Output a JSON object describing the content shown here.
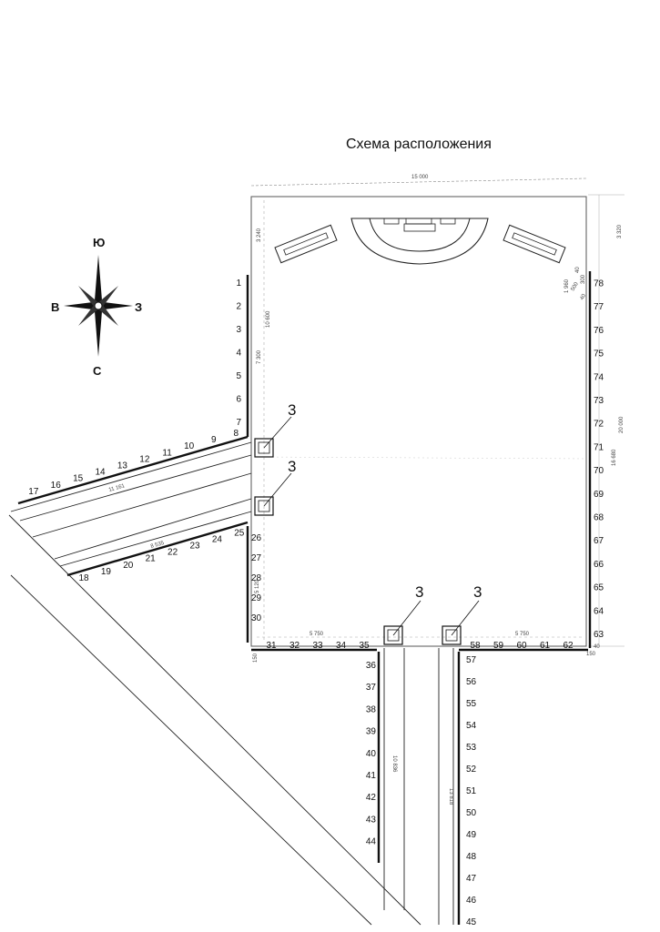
{
  "title": "Схема расположения",
  "compass": {
    "north": "Ю",
    "west": "В",
    "east": "З",
    "south": "С"
  },
  "dimensions": {
    "top_width": "15 000",
    "left_top": "3 240",
    "left_mid": "10 600",
    "left_lower": "7 300",
    "right_top": "3 320",
    "right_total": "20 000",
    "right_mid": "16 680",
    "small_a": "1 960",
    "small_b": "500",
    "small_c": "40",
    "small_d": "300",
    "small_e": "40",
    "road_upper": "11 161",
    "road_lower": "8 535",
    "side_small": "5 120",
    "bottom_left": "5 750",
    "bottom_right": "5 750",
    "corner_left": "150",
    "corner_right": "150",
    "edge_right": "40",
    "exit_left": "10 836",
    "exit_right": "13 818"
  },
  "markers": [
    "3",
    "3",
    "3",
    "3"
  ],
  "segments_left": [
    "1",
    "2",
    "3",
    "4",
    "5",
    "6",
    "7"
  ],
  "segments_road_top": [
    "8",
    "9",
    "10",
    "11",
    "12",
    "13",
    "14",
    "15",
    "16",
    "17"
  ],
  "segments_road_bottom": [
    "18",
    "19",
    "20",
    "21",
    "22",
    "23",
    "24",
    "25"
  ],
  "segments_left_lower": [
    "26",
    "27",
    "28",
    "29",
    "30"
  ],
  "segments_bottom_left": [
    "31",
    "32",
    "33",
    "34",
    "35"
  ],
  "segments_exit_left": [
    "36",
    "37",
    "38",
    "39",
    "40",
    "41",
    "42",
    "43",
    "44"
  ],
  "segments_exit_right": [
    "45",
    "46",
    "47",
    "48",
    "49",
    "50",
    "51",
    "52",
    "53",
    "54",
    "55",
    "56",
    "57"
  ],
  "segments_bottom_right": [
    "58",
    "59",
    "60",
    "61",
    "62"
  ],
  "segments_right": [
    "63",
    "64",
    "65",
    "66",
    "67",
    "68",
    "69",
    "70",
    "71",
    "72",
    "73",
    "74",
    "75",
    "76",
    "77",
    "78"
  ]
}
